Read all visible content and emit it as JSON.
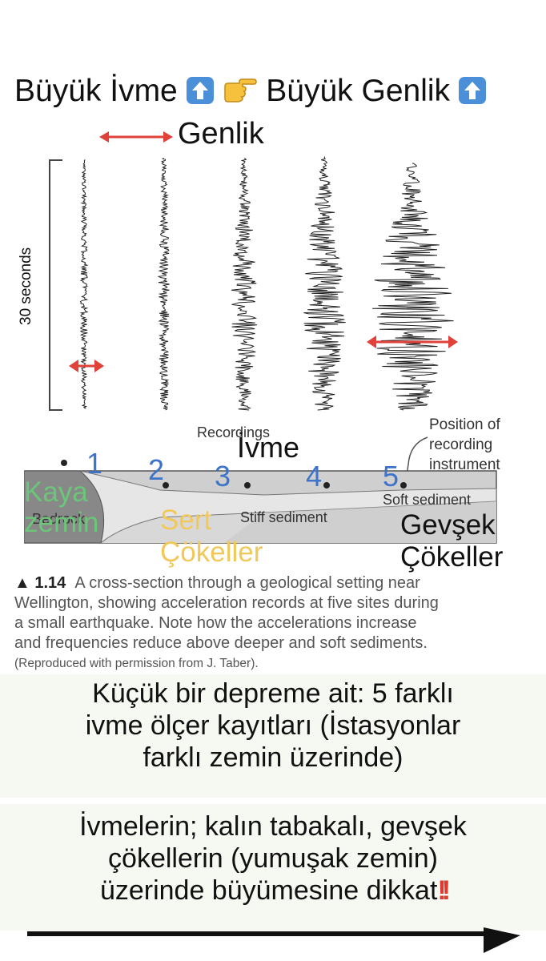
{
  "title": {
    "part1": "Büyük İvme",
    "part2": "Büyük Genlik"
  },
  "genlik_label": "Genlik",
  "seconds_label": "30 seconds",
  "recordings_label": "Recordings",
  "ivme_label": "İvme",
  "position_label": [
    "Position of",
    "recording",
    "instrument"
  ],
  "sites": [
    "1",
    "2",
    "3",
    "4",
    "5"
  ],
  "layers": {
    "bedrock": "Bedrock",
    "stiff": "Stiff sediment",
    "soft": "Soft sediment"
  },
  "overlay": {
    "kaya": [
      "Kaya",
      "zemin"
    ],
    "sert": [
      "Sert",
      "Çökeller"
    ],
    "gevsek": [
      "Gevşek",
      "Çökeller"
    ]
  },
  "caption": {
    "number": "1.14",
    "lines": [
      "A cross-section through a geological setting near",
      "Wellington, showing acceleration records at five sites during",
      "a small earthquake. Note how the accelerations increase",
      "and frequencies reduce above deeper and soft sediments."
    ],
    "credit": "(Reproduced with permission from J. Taber)."
  },
  "box1_lines": [
    "Küçük bir depreme ait: 5 farklı",
    "ivme ölçer kayıtları (İstasyonlar",
    "farklı zemin üzerinde)"
  ],
  "box2_lines": [
    "İvmelerin; kalın tabakalı, gevşek",
    "çökellerin (yumuşak zemin)",
    "üzerinde büyümesine dikkat"
  ],
  "box2_emphasis": "!!",
  "icons": [
    "up-arrow-emoji-icon",
    "pointing-hand-icon",
    "double-exclamation-icon"
  ],
  "colors": {
    "red_arrow": "#e0423a",
    "site_blue": "#3d74c9",
    "kaya_green": "#6cc67a",
    "sert_yellow": "#f1c85a",
    "emoji_blue": "#4a8fd8"
  }
}
